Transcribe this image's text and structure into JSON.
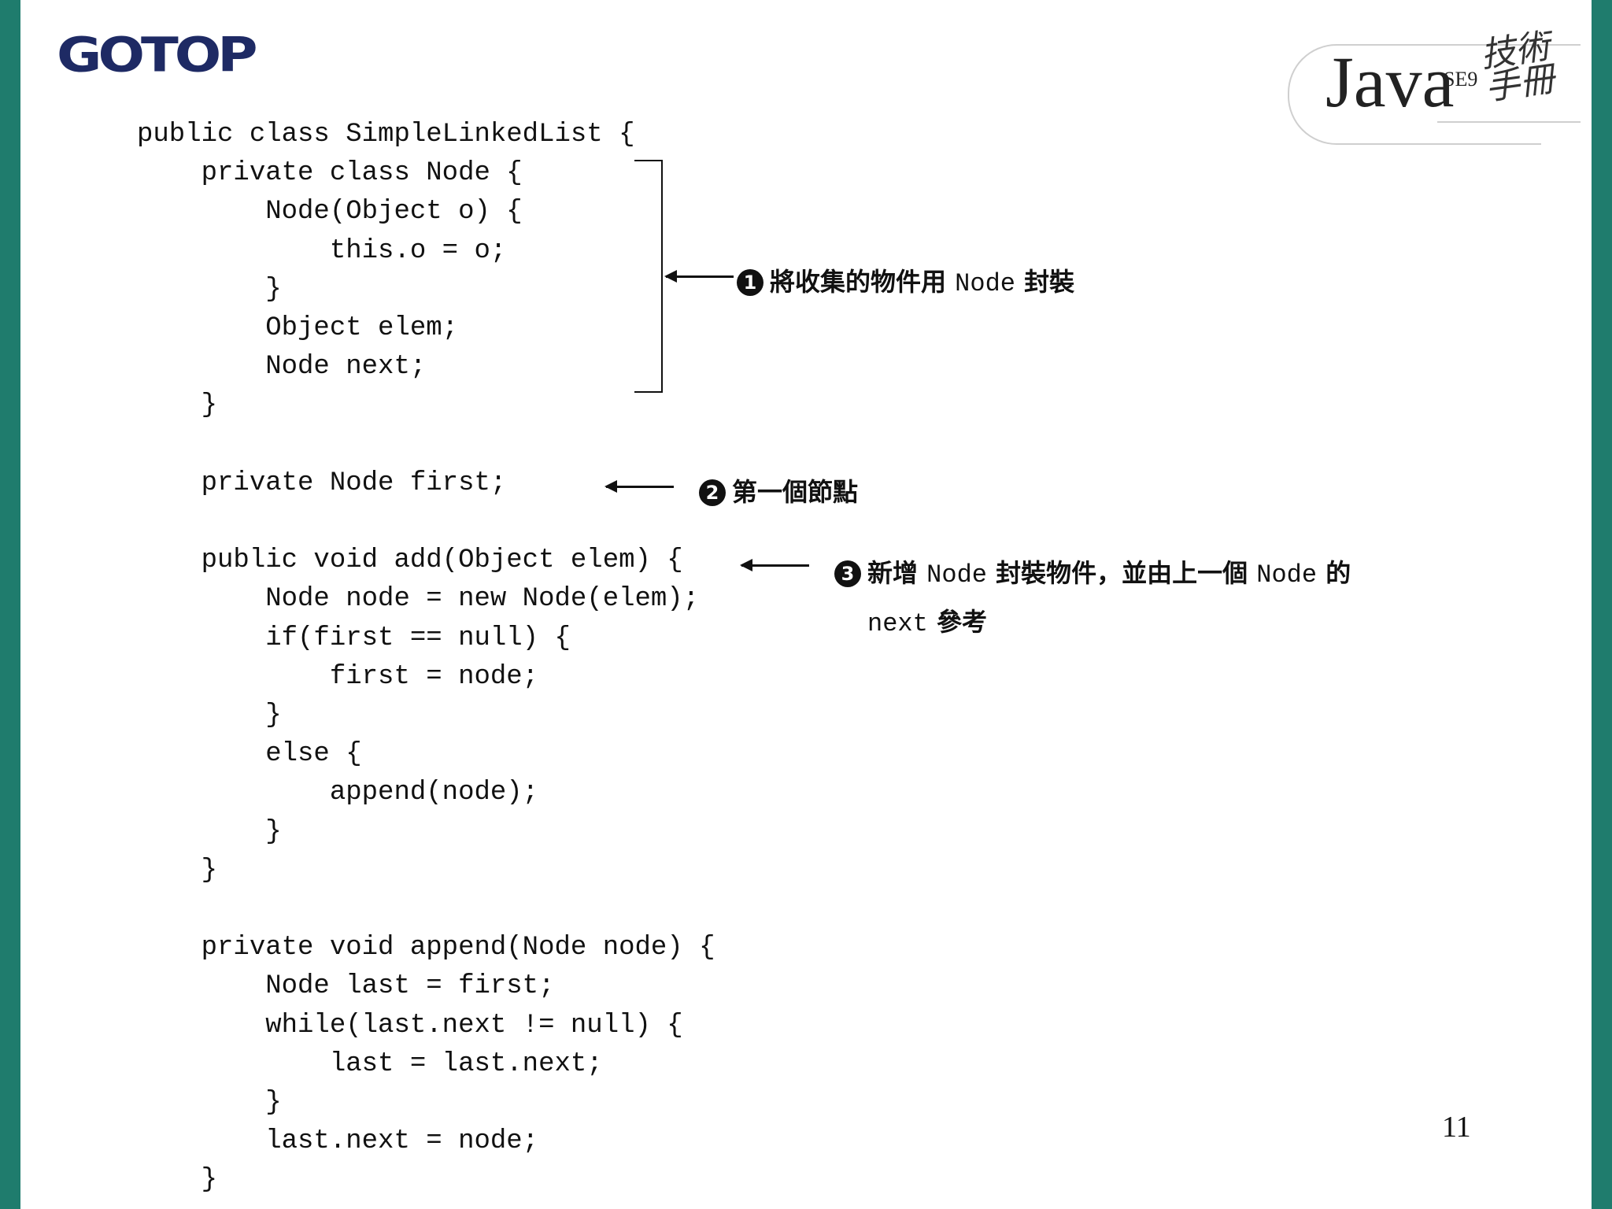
{
  "brand": {
    "logo_text": "GOTOP"
  },
  "badge": {
    "title": "Java",
    "version": "SE9",
    "calligraphy": "技術手冊"
  },
  "code": "public class SimpleLinkedList {\n    private class Node {\n        Node(Object o) {\n            this.o = o;\n        }\n        Object elem;\n        Node next;\n    }\n\n    private Node first;\n\n    public void add(Object elem) {\n        Node node = new Node(elem);\n        if(first == null) {\n            first = node;\n        }\n        else {\n            append(node);\n        }\n    }\n\n    private void append(Node node) {\n        Node last = first;\n        while(last.next != null) {\n            last = last.next;\n        }\n        last.next = node;\n    }",
  "annotations": {
    "a1": {
      "num": "1",
      "text1": "將收集的物件用",
      "code1": "Node",
      "text2": "封裝"
    },
    "a2": {
      "num": "2",
      "text1": "第一個節點"
    },
    "a3": {
      "num": "3",
      "text1": "新增",
      "code1": "Node",
      "text2": "封裝物件，並由上一個",
      "code2": "Node",
      "text3": "的",
      "code3": "next",
      "text4": "參考"
    }
  },
  "page_number": "11"
}
